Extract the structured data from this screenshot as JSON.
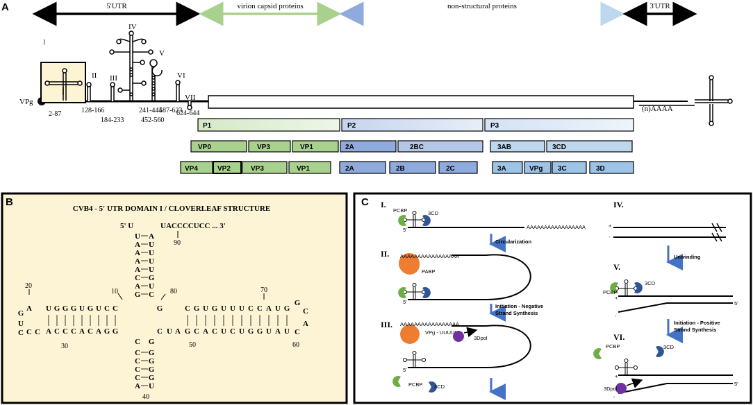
{
  "panel_labels": {
    "a": "A",
    "b": "B",
    "c": "C"
  },
  "genome": {
    "regions": {
      "utr5": "5'UTR",
      "capsid": "virion capsid proteins",
      "nonstructural": "non-structural proteins",
      "utr3": "3'UTR"
    },
    "vpg": "VPg",
    "polya": "(n)AAAA",
    "domains": {
      "I": "I",
      "II": "II",
      "III": "III",
      "IV": "IV",
      "V": "V",
      "VI": "VI",
      "VII": "VII"
    },
    "positions": {
      "p1": "2-87",
      "p2": "128-166",
      "p3": "184-233",
      "p4": "241-444",
      "p5": "452-560",
      "p6": "587-623",
      "p7": "624-644"
    },
    "polyprotein": {
      "row1": [
        "P1",
        "P2",
        "P3"
      ],
      "row2": [
        "VP0",
        "VP3",
        "VP1",
        "2A",
        "2BC",
        "3AB",
        "3CD"
      ],
      "row3": [
        "VP4",
        "VP2",
        "VP3",
        "VP1",
        "2A",
        "2B",
        "2C",
        "3A",
        "VPg",
        "3C",
        "3D"
      ]
    },
    "colors": {
      "capsid": "#a9d18e",
      "p1_light": "#e2f0d9",
      "p2_dark": "#8faadc",
      "p2_light": "#dae3f3",
      "p3": "#b4c7e7",
      "p3_light": "#deebf7"
    }
  },
  "cloverleaf": {
    "title": "CVB4 - 5' UTR DOMAIN I / CLOVERLEAF STRUCTURE",
    "top_left": "5' U",
    "top_right": "UACCCCUCC ... 3'",
    "stem_a_left": [
      "U",
      "A",
      "A",
      "A",
      "A",
      "C",
      "A",
      "G"
    ],
    "stem_a_right": [
      "A",
      "U",
      "U",
      "U",
      "U",
      "G",
      "U",
      "C"
    ],
    "stem_b_top": [
      "U",
      "G",
      "G",
      "G",
      "U",
      "G",
      "U",
      "C",
      "C"
    ],
    "stem_b_bottom": [
      "A",
      "C",
      "C",
      "C",
      "A",
      "C",
      "A",
      "G",
      "G"
    ],
    "loop_b": [
      "A",
      "G",
      "U",
      "C",
      "C",
      "C"
    ],
    "stem_c_left": [
      "C",
      "C",
      "C",
      "C",
      "A"
    ],
    "stem_c_right": [
      "G",
      "G",
      "G",
      "G",
      "U"
    ],
    "stem_d_top": [
      "C",
      "G",
      "U",
      "G",
      "U",
      "U",
      "U",
      "C",
      "C",
      "A",
      "U",
      "G"
    ],
    "stem_d_bottom": [
      "G",
      "C",
      "A",
      "C",
      "U",
      "C",
      "U",
      "G",
      "G",
      "U",
      "A",
      "U"
    ],
    "loop_d": [
      "G",
      "C",
      "A",
      "C"
    ],
    "mid_left": [
      "C",
      "G"
    ],
    "mid_right": [
      "G",
      "C",
      "U",
      "A"
    ],
    "numbers": {
      "n10": "10",
      "n20": "20",
      "n30": "30",
      "n40": "40",
      "n50": "50",
      "n60": "60",
      "n70": "70",
      "n80": "80",
      "n90": "90"
    }
  },
  "replication": {
    "steps": {
      "I": "I.",
      "II": "II.",
      "III": "III.",
      "IV": "IV.",
      "V": "V.",
      "VI": "VI."
    },
    "proteins": {
      "pcbp": "PCBP",
      "cd3": "3CD",
      "pabp": "PABP",
      "dpol": "3Dpol"
    },
    "polya_tail": "AAAAAAAAAAAAAAAAA",
    "vpg_uuuu": "VPg - UUUUU",
    "transitions": {
      "circ": "Circularization",
      "init_neg_1": "Initiation - Negative",
      "init_neg_2": "Strand Synthesis",
      "unwind": "Unwinding",
      "init_pos_1": "Initiation - Positive",
      "init_pos_2": "Strand Synthesis"
    },
    "ends": {
      "five": "5'",
      "plus": "+",
      "minus": "-"
    },
    "colors": {
      "pcbp": "#70ad47",
      "cd3": "#2f5597",
      "pabp": "#ed7d31",
      "dpol": "#7030a0",
      "arrow": "#4472c4"
    }
  }
}
